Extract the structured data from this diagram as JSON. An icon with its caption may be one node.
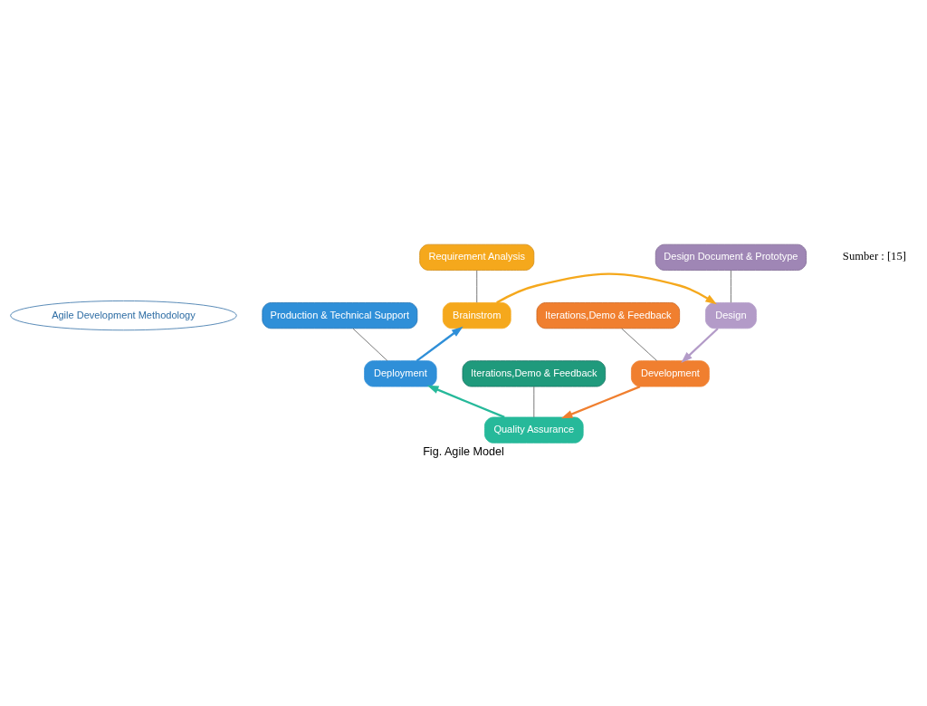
{
  "diagram": {
    "caption": "Fig. Agile Model",
    "nodes": [
      {
        "text": [
          "Agile Development Methodology"
        ]
      },
      {
        "text": [
          "Brainstrom"
        ]
      },
      {
        "text": [
          "Design"
        ]
      },
      {
        "text": [
          "Development"
        ]
      },
      {
        "text": [
          "Quality Assurance"
        ]
      },
      {
        "text": [
          "Deployment"
        ]
      },
      {
        "text": [
          "Requirement Analysis"
        ]
      },
      {
        "text": [
          "Design Document & Prototype"
        ]
      },
      {
        "text": [
          "Iterations,Demo & Feedback"
        ]
      },
      {
        "text": [
          "Iterations,Demo & Feedback"
        ]
      },
      {
        "text": [
          "Production & Technical Support"
        ]
      }
    ],
    "edges": [
      {
        "from": 1,
        "to": 2,
        "arrow": "to",
        "style": "thick",
        "color": "#f5a81c"
      },
      {
        "from": 2,
        "to": 3,
        "arrow": "to",
        "style": "thick",
        "color": "#b39bc8"
      },
      {
        "from": 3,
        "to": 4,
        "arrow": "to",
        "style": "thick",
        "color": "#f07f2f"
      },
      {
        "from": 4,
        "to": 5,
        "arrow": "to",
        "style": "thick",
        "color": "#26b99a"
      },
      {
        "from": 5,
        "to": 1,
        "arrow": "to",
        "style": "thick",
        "color": "#2f8fd8"
      },
      {
        "from": 6,
        "to": 1,
        "arrow": "none"
      },
      {
        "from": 7,
        "to": 2,
        "arrow": "none"
      },
      {
        "from": 8,
        "to": 3,
        "arrow": "none"
      },
      {
        "from": 9,
        "to": 4,
        "arrow": "none"
      },
      {
        "from": 10,
        "to": 5,
        "arrow": "none"
      }
    ],
    "labels": [
      "Sumber : [15]"
    ]
  }
}
